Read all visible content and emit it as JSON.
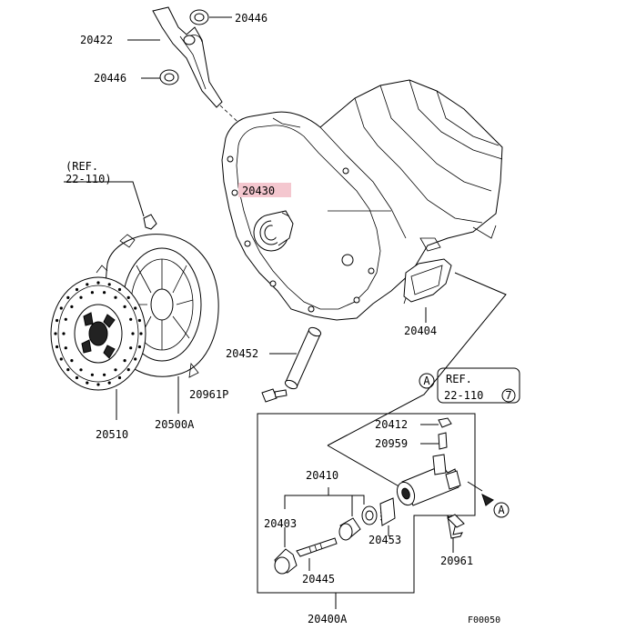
{
  "labels": {
    "p20446a": "20446",
    "p20422": "20422",
    "p20446b": "20446",
    "ref1_line1": "(REF.",
    "ref1_line2": "22-110)",
    "p20430": "20430",
    "p20404": "20404",
    "p20452": "20452",
    "p20961p": "20961P",
    "p20510": "20510",
    "p20500a": "20500A",
    "marker_a": "A",
    "ref2_line1": "REF.",
    "ref2_line2": "22-110",
    "ref2_num": "7",
    "p20412": "20412",
    "p20959": "20959",
    "p20410": "20410",
    "p20403": "20403",
    "p20453": "20453",
    "p20961": "20961",
    "p20445": "20445",
    "p20400a": "20400A",
    "code": "F00050"
  },
  "colors": {
    "highlight": "#f4c7cf",
    "ink": "#000000"
  }
}
